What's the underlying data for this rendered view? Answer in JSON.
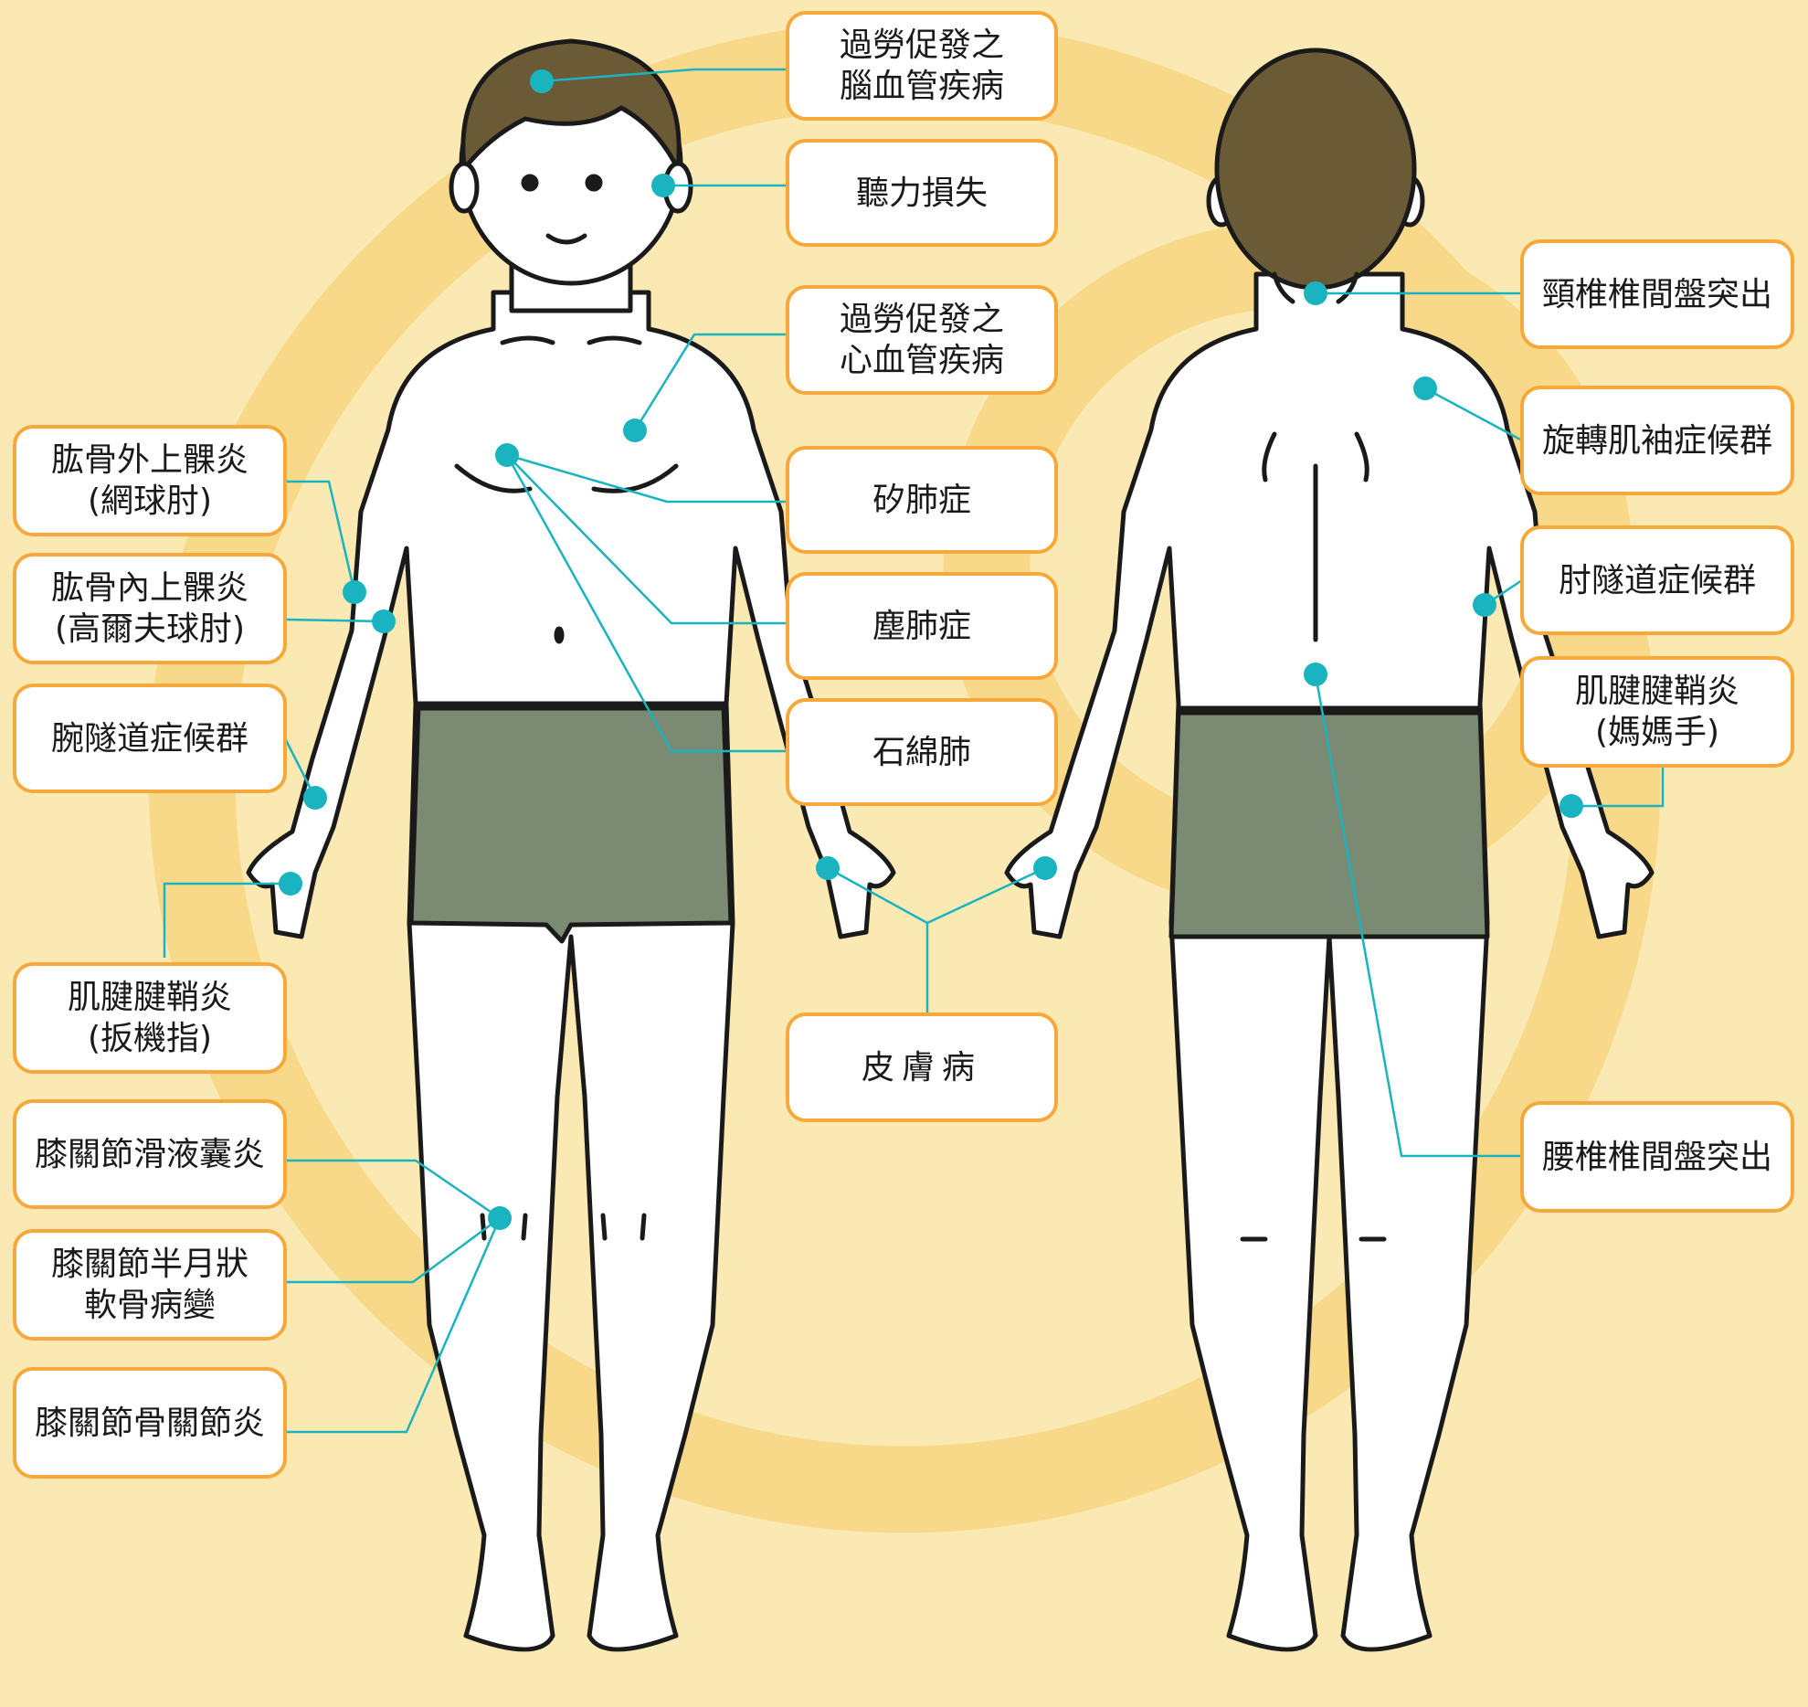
{
  "colors": {
    "background": "#fbe9b4",
    "ring": "#f8d98a",
    "box_border": "#f7a83a",
    "marker": "#19b4bf",
    "shorts": "#7b8a73",
    "hair": "#6b5a36",
    "outline": "#1a1a1a"
  },
  "labels": {
    "overwork_cerebro_1": "過勞促發之",
    "overwork_cerebro_2": "腦血管疾病",
    "hearing_loss": "聽力損失",
    "overwork_cardio_1": "過勞促發之",
    "overwork_cardio_2": "心血管疾病",
    "silicosis": "矽肺症",
    "pneumoconiosis": "塵肺症",
    "asbestosis": "石綿肺",
    "skin_disease": "皮膚病",
    "lateral_epicondylitis_1": "肱骨外上髁炎",
    "lateral_epicondylitis_2": "(網球肘)",
    "medial_epicondylitis_1": "肱骨內上髁炎",
    "medial_epicondylitis_2": "(高爾夫球肘)",
    "carpal_tunnel": "腕隧道症候群",
    "trigger_finger_1": "肌腱腱鞘炎",
    "trigger_finger_2": "(扳機指)",
    "knee_bursitis": "膝關節滑液囊炎",
    "knee_meniscus_1": "膝關節半月狀",
    "knee_meniscus_2": "軟骨病變",
    "knee_osteoarthritis": "膝關節骨關節炎",
    "cervical_disc": "頸椎椎間盤突出",
    "rotator_cuff": "旋轉肌袖症候群",
    "cubital_tunnel": "肘隧道症候群",
    "de_quervain_1": "肌腱腱鞘炎",
    "de_quervain_2": "(媽媽手)",
    "lumbar_disc": "腰椎椎間盤突出"
  }
}
